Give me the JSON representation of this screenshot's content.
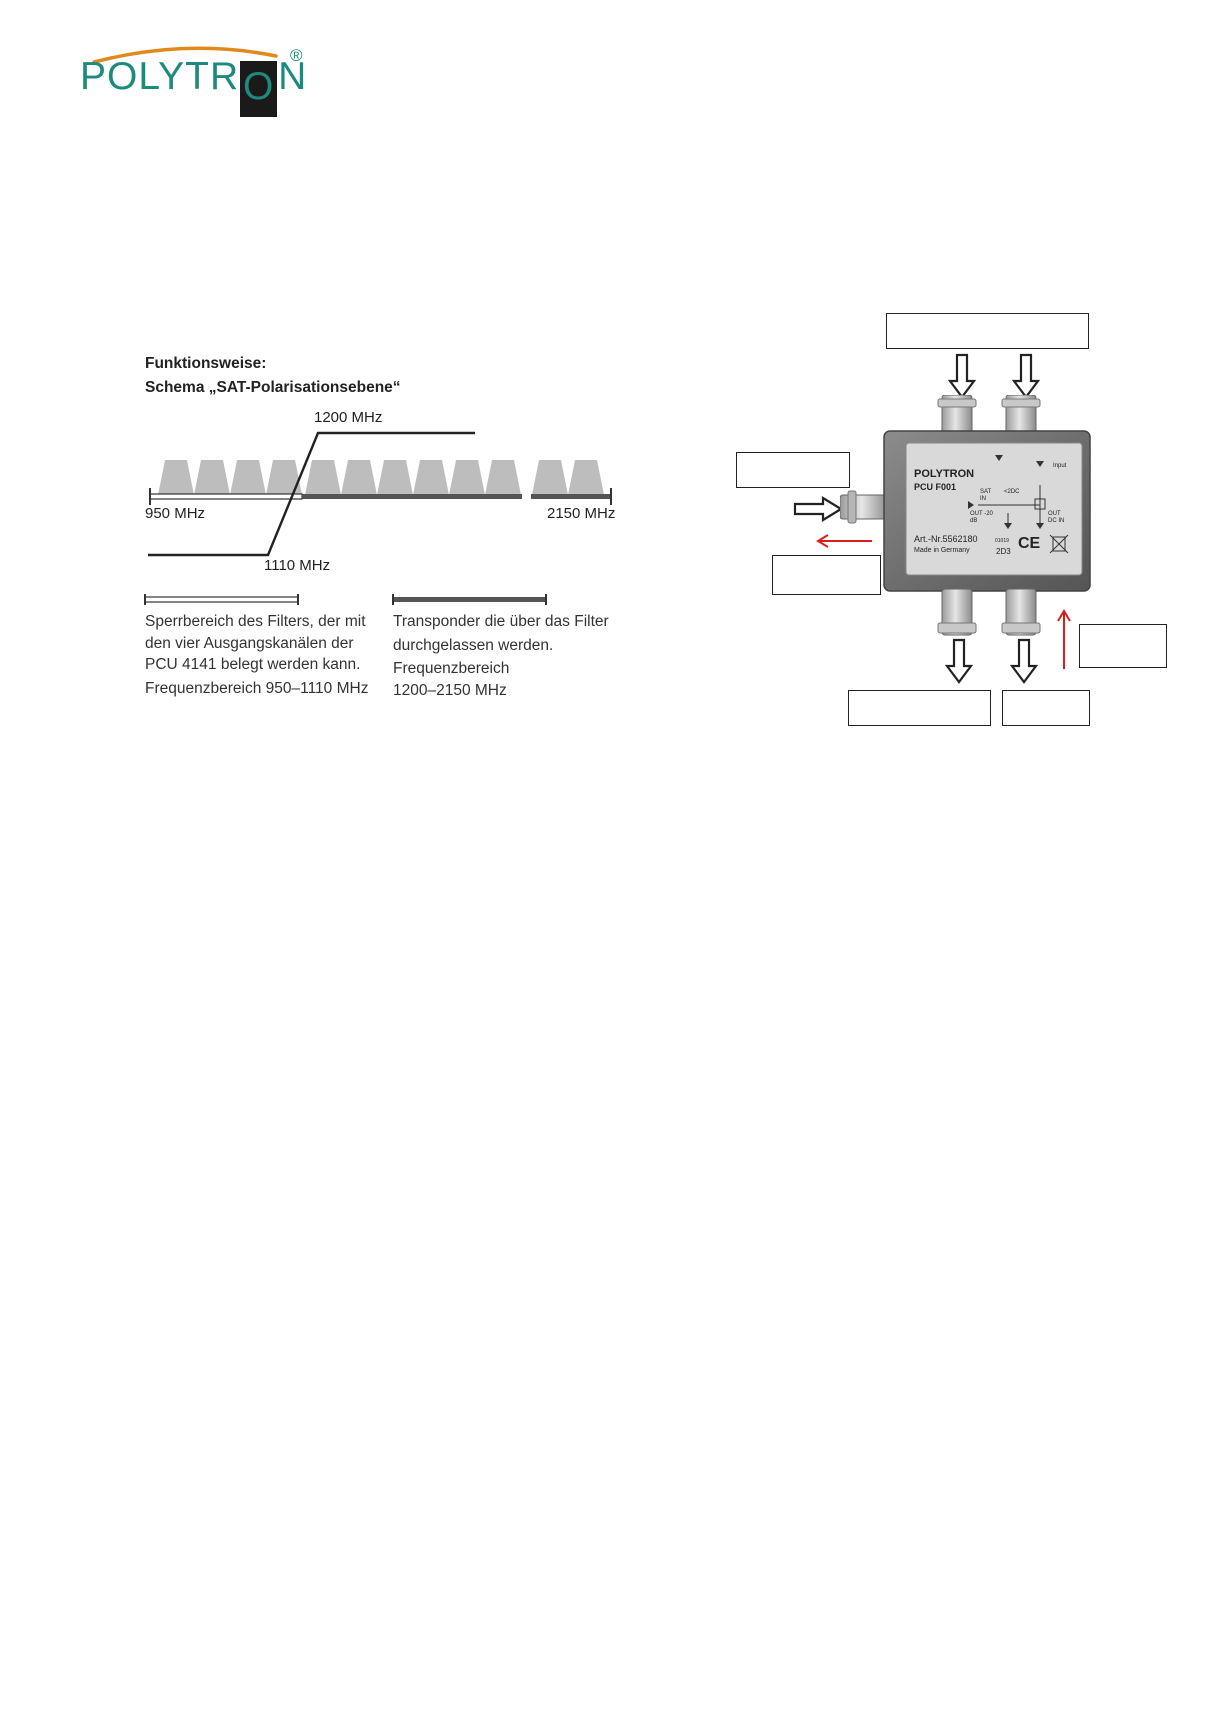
{
  "header": {
    "logo_text_left": "POLYTR",
    "logo_letter_o": "O",
    "logo_text_right": "N",
    "logo_registered": "®"
  },
  "schema": {
    "title_line1": "Funktionsweise:",
    "title_line2": "Schema „SAT-Polarisationsebene“",
    "freq_1200": "1200 MHz",
    "freq_950": "950 MHz",
    "freq_2150": "2150 MHz",
    "freq_1110": "1110 MHz",
    "legend_stop": {
      "line1": "Sperrbereich des Filters, der mit",
      "line2": "den vier Ausgangskanälen der",
      "line3": "PCU 4141 belegt werden kann.",
      "line4": "Frequenzbereich 950–1110 MHz"
    },
    "legend_pass": {
      "line1": "Transponder die über das Filter",
      "line2": "durchgelassen werden.",
      "line3": "Frequenzbereich",
      "line4": "1200–2150 MHz"
    }
  },
  "device": {
    "brand": "POLYTRON",
    "model": "PCU F001",
    "sat_in": "SAT IN",
    "dc": "<2DC",
    "out_minus20": "OUT -20 dB",
    "out_dcin": "OUT DC IN",
    "input": "Input",
    "article": "Art.-Nr.5562180",
    "made_in": "Made in Germany",
    "code_small": "01019",
    "code_203": "2D3",
    "ce": "CE"
  },
  "colors": {
    "logo_teal": "#1d8a7e",
    "logo_arc": "#e08a1e",
    "signal_arrow_red": "#d62020"
  }
}
